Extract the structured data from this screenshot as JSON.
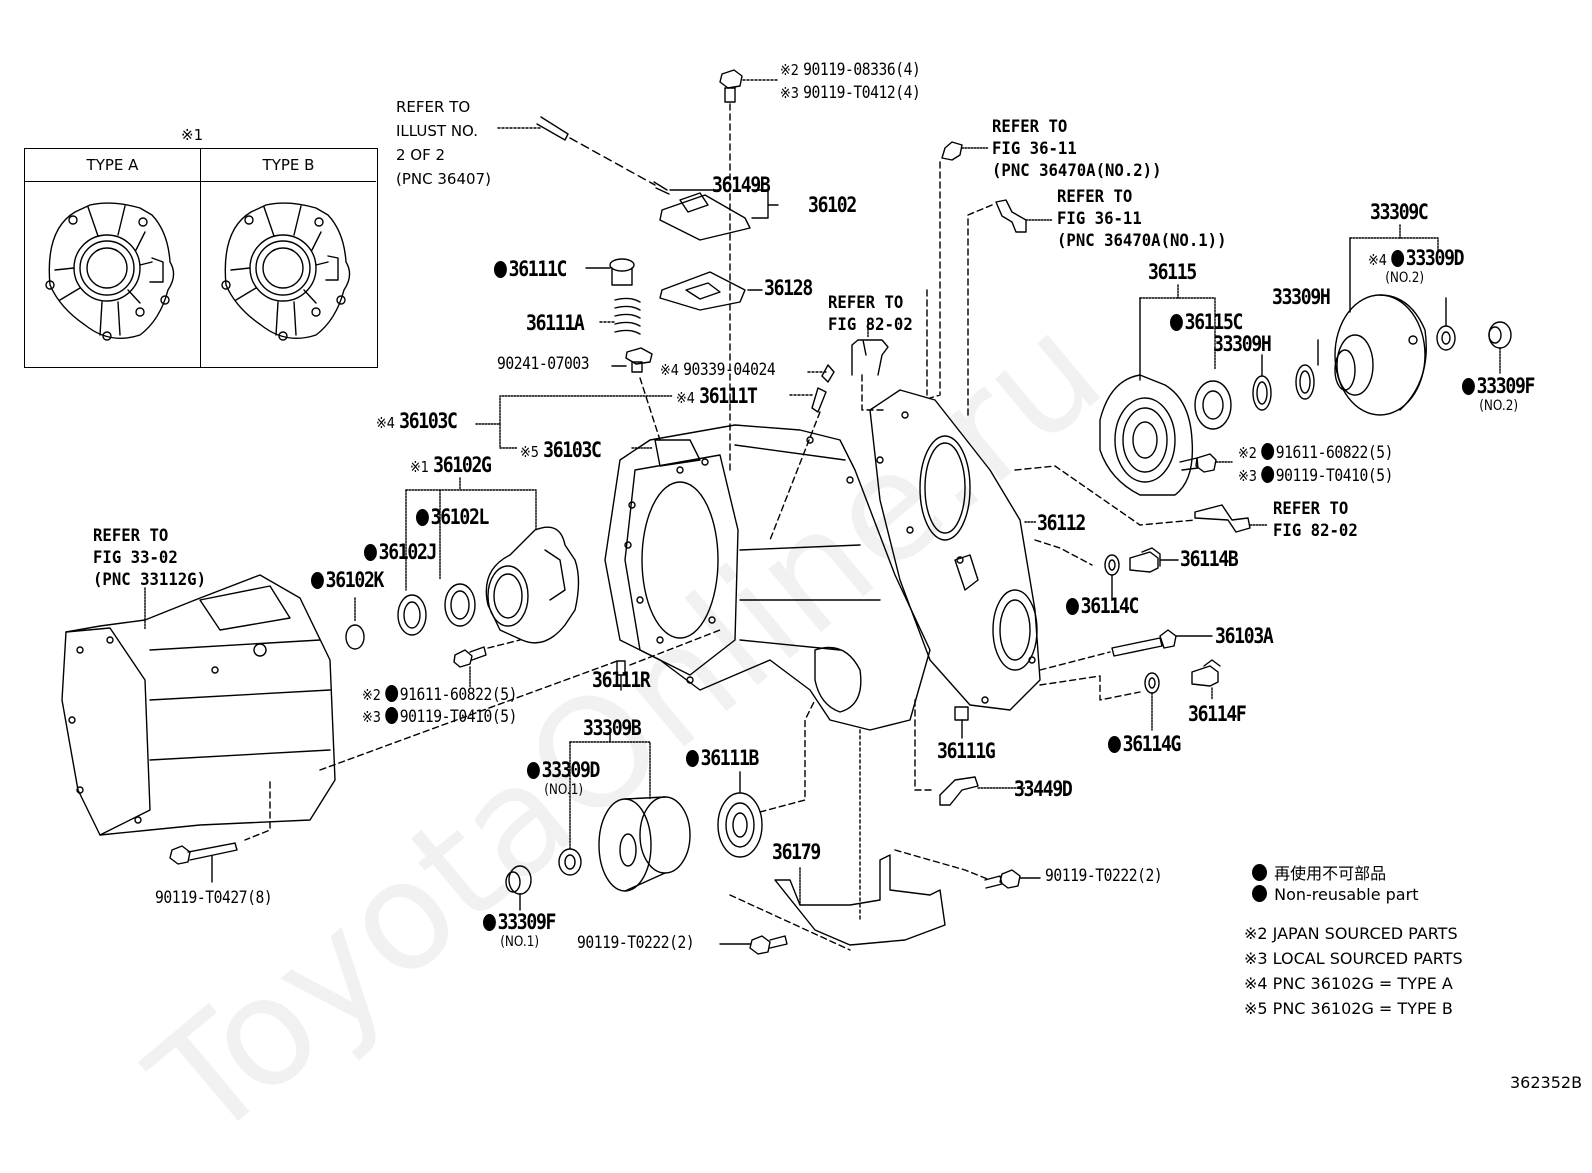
{
  "watermark": "ToyotaOnline.ru",
  "type_box": {
    "note_mark": "※1",
    "type_a_label": "TYPE A",
    "type_b_label": "TYPE B"
  },
  "refs": {
    "illust": [
      "REFER TO",
      "ILLUST NO.",
      "2 OF 2",
      "(PNC 36407)"
    ],
    "fig_36_11_no2": [
      "REFER TO",
      "FIG 36-11",
      "(PNC 36470A(NO.2))"
    ],
    "fig_36_11_no1": [
      "REFER TO",
      "FIG 36-11",
      "(PNC 36470A(NO.1))"
    ],
    "fig_82_02_top": [
      "REFER TO",
      "FIG 82-02"
    ],
    "fig_82_02_right": [
      "REFER TO",
      "FIG 82-02"
    ],
    "fig_33_02": [
      "REFER TO",
      "FIG 33-02",
      "(PNC 33112G)"
    ]
  },
  "parts": [
    {
      "id": "p-90119-08336",
      "mark": "※2",
      "number": "90119-08336(4)",
      "non_reusable": false
    },
    {
      "id": "p-90119-T0412",
      "mark": "※3",
      "number": "90119-T0412(4)",
      "non_reusable": false
    },
    {
      "id": "p-36149B",
      "mark": "",
      "number": "36149B",
      "non_reusable": false
    },
    {
      "id": "p-36102",
      "mark": "",
      "number": "36102",
      "non_reusable": false
    },
    {
      "id": "p-36111C",
      "mark": "",
      "number": "36111C",
      "non_reusable": true
    },
    {
      "id": "p-36128",
      "mark": "",
      "number": "36128",
      "non_reusable": false
    },
    {
      "id": "p-36111A",
      "mark": "",
      "number": "36111A",
      "non_reusable": false
    },
    {
      "id": "p-90241-07003",
      "mark": "",
      "number": "90241-07003",
      "non_reusable": false
    },
    {
      "id": "p-90339-04024",
      "mark": "※4",
      "number": "90339-04024",
      "non_reusable": false
    },
    {
      "id": "p-36111T",
      "mark": "※4",
      "number": "36111T",
      "non_reusable": false
    },
    {
      "id": "p-36103C-4",
      "mark": "※4",
      "number": "36103C",
      "non_reusable": false
    },
    {
      "id": "p-36103C-5",
      "mark": "※5",
      "number": "36103C",
      "non_reusable": false
    },
    {
      "id": "p-36102G",
      "mark": "※1",
      "number": "36102G",
      "non_reusable": false
    },
    {
      "id": "p-36102L",
      "mark": "",
      "number": "36102L",
      "non_reusable": true
    },
    {
      "id": "p-36102J",
      "mark": "",
      "number": "36102J",
      "non_reusable": true
    },
    {
      "id": "p-36102K",
      "mark": "",
      "number": "36102K",
      "non_reusable": true
    },
    {
      "id": "p-91611-60822-l",
      "mark": "※2",
      "number": "91611-60822(5)",
      "non_reusable": true
    },
    {
      "id": "p-90119-T0410-l",
      "mark": "※3",
      "number": "90119-T0410(5)",
      "non_reusable": true
    },
    {
      "id": "p-36111R",
      "mark": "",
      "number": "36111R",
      "non_reusable": false
    },
    {
      "id": "p-33309B",
      "mark": "",
      "number": "33309B",
      "non_reusable": false
    },
    {
      "id": "p-33309D-1",
      "mark": "",
      "number": "33309D",
      "sub": "(NO.1)",
      "non_reusable": true
    },
    {
      "id": "p-36111B",
      "mark": "",
      "number": "36111B",
      "non_reusable": true
    },
    {
      "id": "p-33309F-1",
      "mark": "",
      "number": "33309F",
      "sub": "(NO.1)",
      "non_reusable": true
    },
    {
      "id": "p-90119-T0222-l",
      "mark": "",
      "number": "90119-T0222(2)",
      "non_reusable": false
    },
    {
      "id": "p-36179",
      "mark": "",
      "number": "36179",
      "non_reusable": false
    },
    {
      "id": "p-90119-T0222-r",
      "mark": "",
      "number": "90119-T0222(2)",
      "non_reusable": false
    },
    {
      "id": "p-90119-T0427",
      "mark": "",
      "number": "90119-T0427(8)",
      "non_reusable": false
    },
    {
      "id": "p-36115",
      "mark": "",
      "number": "36115",
      "non_reusable": false
    },
    {
      "id": "p-36115C",
      "mark": "",
      "number": "36115C",
      "non_reusable": true
    },
    {
      "id": "p-33309H-a",
      "mark": "",
      "number": "33309H",
      "non_reusable": false
    },
    {
      "id": "p-33309H-b",
      "mark": "",
      "number": "33309H",
      "non_reusable": false
    },
    {
      "id": "p-33309C",
      "mark": "",
      "number": "33309C",
      "non_reusable": false
    },
    {
      "id": "p-33309D-2",
      "mark": "※4",
      "number": "33309D",
      "sub": "(NO.2)",
      "non_reusable": true
    },
    {
      "id": "p-33309F-2",
      "mark": "",
      "number": "33309F",
      "sub": "(NO.2)",
      "non_reusable": true
    },
    {
      "id": "p-91611-60822-r",
      "mark": "※2",
      "number": "91611-60822(5)",
      "non_reusable": true
    },
    {
      "id": "p-90119-T0410-r",
      "mark": "※3",
      "number": "90119-T0410(5)",
      "non_reusable": true
    },
    {
      "id": "p-36112",
      "mark": "",
      "number": "36112",
      "non_reusable": false
    },
    {
      "id": "p-36114B",
      "mark": "",
      "number": "36114B",
      "non_reusable": false
    },
    {
      "id": "p-36114C",
      "mark": "",
      "number": "36114C",
      "non_reusable": true
    },
    {
      "id": "p-36103A",
      "mark": "",
      "number": "36103A",
      "non_reusable": false
    },
    {
      "id": "p-36114F",
      "mark": "",
      "number": "36114F",
      "non_reusable": false
    },
    {
      "id": "p-36114G",
      "mark": "",
      "number": "36114G",
      "non_reusable": true
    },
    {
      "id": "p-36111G",
      "mark": "",
      "number": "36111G",
      "non_reusable": false
    },
    {
      "id": "p-33449D",
      "mark": "",
      "number": "33449D",
      "non_reusable": false
    }
  ],
  "legend": {
    "non_reusable_jp": "再使用不可部品",
    "non_reusable_en": "Non-reusable part",
    "notes": [
      "※2 JAPAN SOURCED PARTS",
      "※3 LOCAL SOURCED PARTS",
      "※4 PNC 36102G = TYPE A",
      "※5 PNC 36102G = TYPE B"
    ]
  },
  "figure_id": "362352B"
}
